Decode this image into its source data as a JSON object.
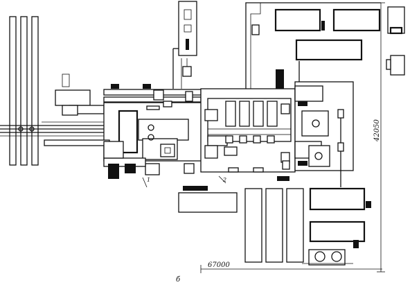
{
  "drawing": {
    "dim_width": "67000",
    "dim_height": "42050",
    "callout_1": "1",
    "callout_2": "2",
    "sheet_caption": "б"
  },
  "colors": {
    "ink": "#111111",
    "paper": "#ffffff"
  }
}
